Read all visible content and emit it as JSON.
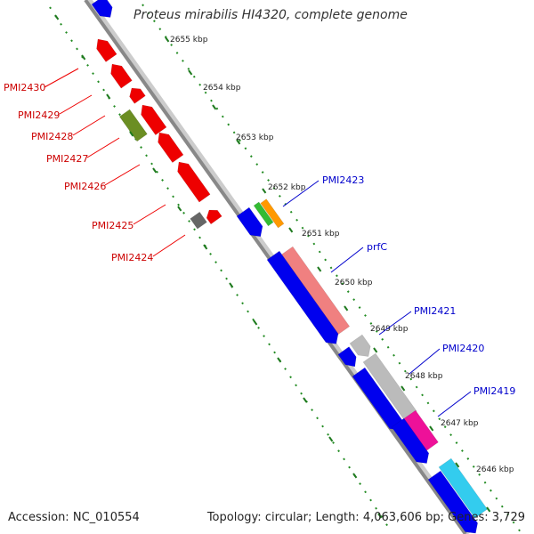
{
  "title": "Proteus mirabilis HI4320, complete genome",
  "footer": {
    "accession_label": "Accession:",
    "accession": "NC_010554",
    "topology_label": "Topology:",
    "topology": "circular",
    "length_label": "Length:",
    "length": "4,063,606 bp",
    "genes_label": "Genes:",
    "genes": "3,729"
  },
  "colors": {
    "backbone": "#888888",
    "tick_green": "#228B22",
    "forward_gene": "#0000EE",
    "reverse_gene": "#EE0000",
    "forward_label": "#0000CC",
    "reverse_label": "#CC0000"
  },
  "ticks": [
    "2655 kbp",
    "2654 kbp",
    "2653 kbp",
    "2652 kbp",
    "2651 kbp",
    "2650 kbp",
    "2649 kbp",
    "2648 kbp",
    "2647 kbp",
    "2646 kbp"
  ],
  "reverse_labels": [
    "PMI2430",
    "PMI2429",
    "PMI2428",
    "PMI2427",
    "PMI2426",
    "PMI2425",
    "PMI2424"
  ],
  "forward_labels": [
    "PMI2423",
    "prfC",
    "PMI2421",
    "PMI2420",
    "PMI2419"
  ]
}
